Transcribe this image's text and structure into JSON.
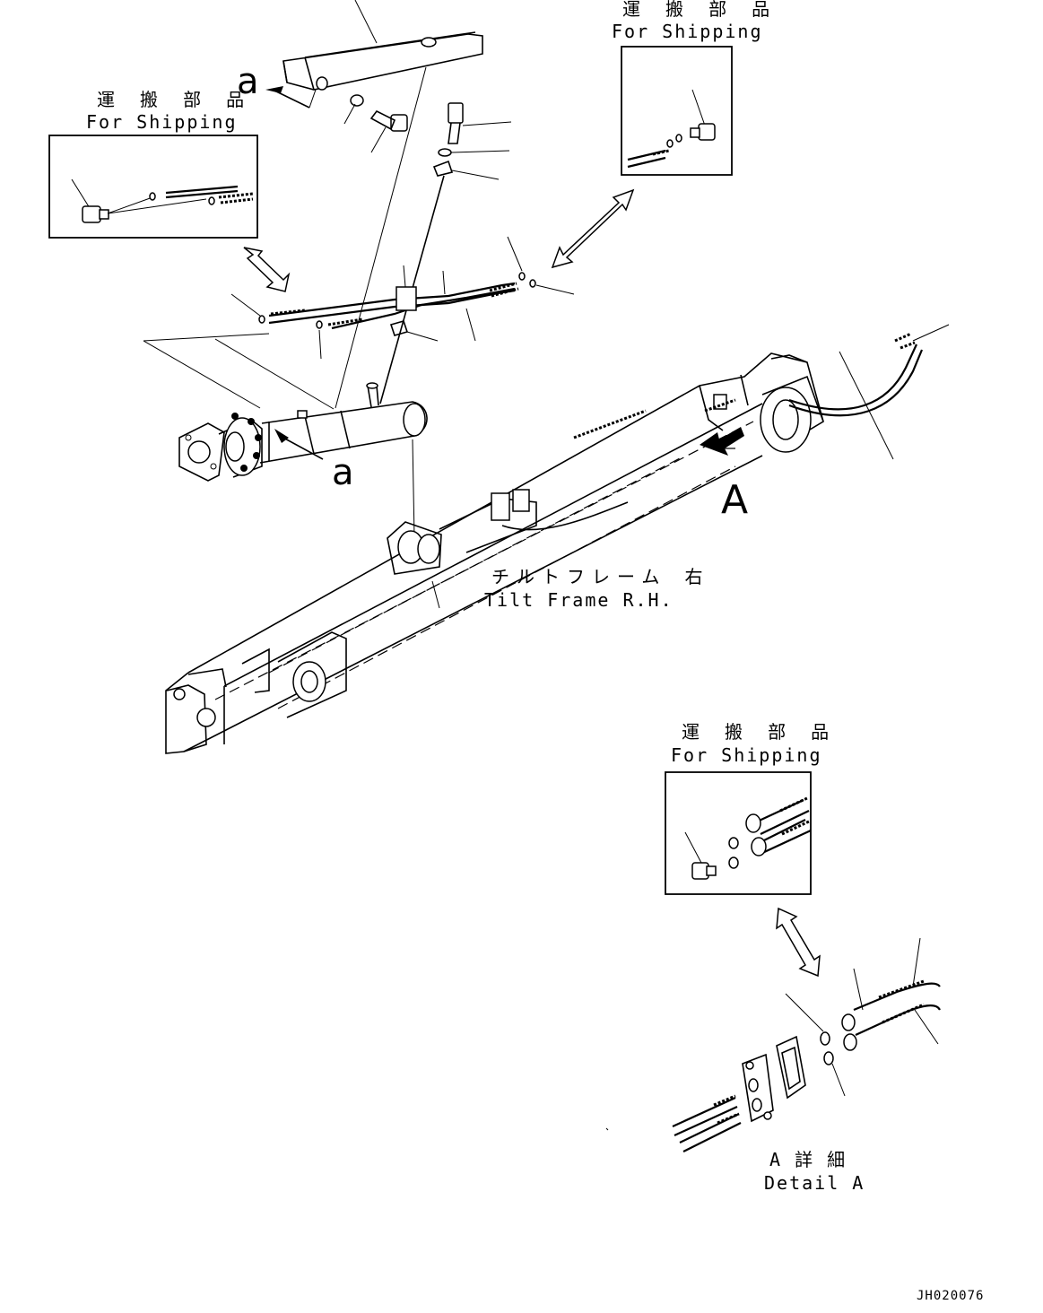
{
  "labels": {
    "shipping_jp": "運 搬 部 品",
    "shipping_en": "For Shipping",
    "tilt_frame_jp": "チルトフレーム 右",
    "tilt_frame_en": "Tilt Frame R.H.",
    "ref_a_small": "a",
    "ref_A_big": "A",
    "detail_jp": "A 詳 細",
    "detail_en": "Detail A",
    "drawing_code": "JH020076"
  }
}
